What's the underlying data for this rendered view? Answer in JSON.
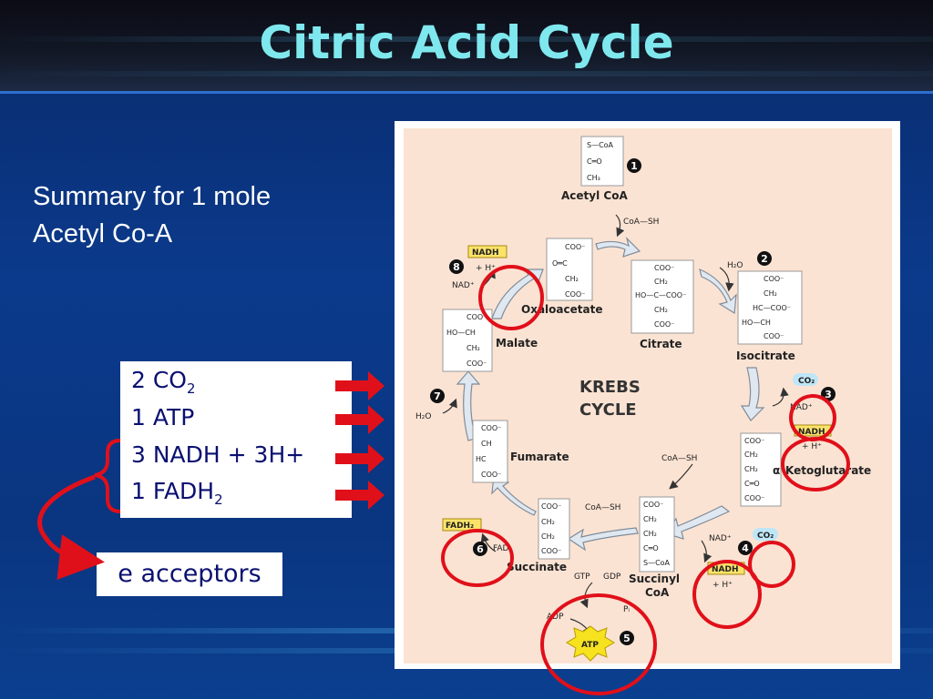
{
  "slide": {
    "title": "Citric Acid Cycle",
    "summary_line1": "Summary for 1 mole",
    "summary_line2": "Acetyl Co-A"
  },
  "products": {
    "co2_main": "2 CO",
    "co2_sub": "2",
    "atp": "1 ATP",
    "nadh": "3 NADH + 3H",
    "nadh_plus": "+",
    "fadh_main": "1 FADH",
    "fadh_sub": "2"
  },
  "acceptors_label": "e acceptors",
  "figure": {
    "center_line1": "KREBS",
    "center_line2": "CYCLE",
    "compounds": {
      "acetyl_coa": "Acetyl CoA",
      "oxaloacetate": "Oxaloacetate",
      "citrate": "Citrate",
      "isocitrate": "Isocitrate",
      "ketoglutarate": "Ketoglutarate",
      "alpha": "α",
      "succinyl_coa_1": "Succinyl",
      "succinyl_coa_2": "CoA",
      "succinate": "Succinate",
      "fumarate": "Fumarate",
      "malate": "Malate"
    },
    "steps": [
      "1",
      "2",
      "3",
      "4",
      "5",
      "6",
      "7",
      "8"
    ],
    "cofactors": {
      "coa_sh_top": "CoA—SH",
      "coa_sh_mid": "CoA—SH",
      "coa_sh_bot": "CoA—SH",
      "h2o_2": "H₂O",
      "h2o_7": "H₂O",
      "nad_3": "NAD⁺",
      "nadh_3": "NADH",
      "hplus_3": "+ H⁺",
      "co2_3": "CO₂",
      "nad_4": "NAD⁺",
      "nadh_4": "NADH",
      "hplus_4": "+ H⁺",
      "co2_4": "CO₂",
      "nad_8": "NAD⁺",
      "nadh_8": "NADH",
      "hplus_8": "+ H⁺",
      "fadh2": "FADH₂",
      "fad": "FAD",
      "gtp": "GTP",
      "gdp": "GDP",
      "adp": "ADP",
      "pi": "Pᵢ",
      "atp": "ATP"
    },
    "structures": {
      "acetyl": [
        "S—CoA",
        "C═O",
        "CH₃"
      ],
      "oxalo": [
        "COO⁻",
        "O═C",
        "CH₂",
        "COO⁻"
      ],
      "citrate": [
        "COO⁻",
        "CH₂",
        "HO—C—COO⁻",
        "CH₂",
        "COO⁻"
      ],
      "isocitrate": [
        "COO⁻",
        "CH₂",
        "HC—COO⁻",
        "HO—CH",
        "COO⁻"
      ],
      "ketoglut": [
        "COO⁻",
        "CH₂",
        "CH₂",
        "C═O",
        "COO⁻"
      ],
      "succinyl": [
        "COO⁻",
        "CH₂",
        "CH₂",
        "C═O",
        "S—CoA"
      ],
      "succinate": [
        "COO⁻",
        "CH₂",
        "CH₂",
        "COO⁻"
      ],
      "fumarate": [
        "COO⁻",
        "CH",
        "HC",
        "COO⁻"
      ],
      "malate": [
        "COO⁻",
        "HO—CH",
        "CH₂",
        "COO⁻"
      ]
    }
  }
}
